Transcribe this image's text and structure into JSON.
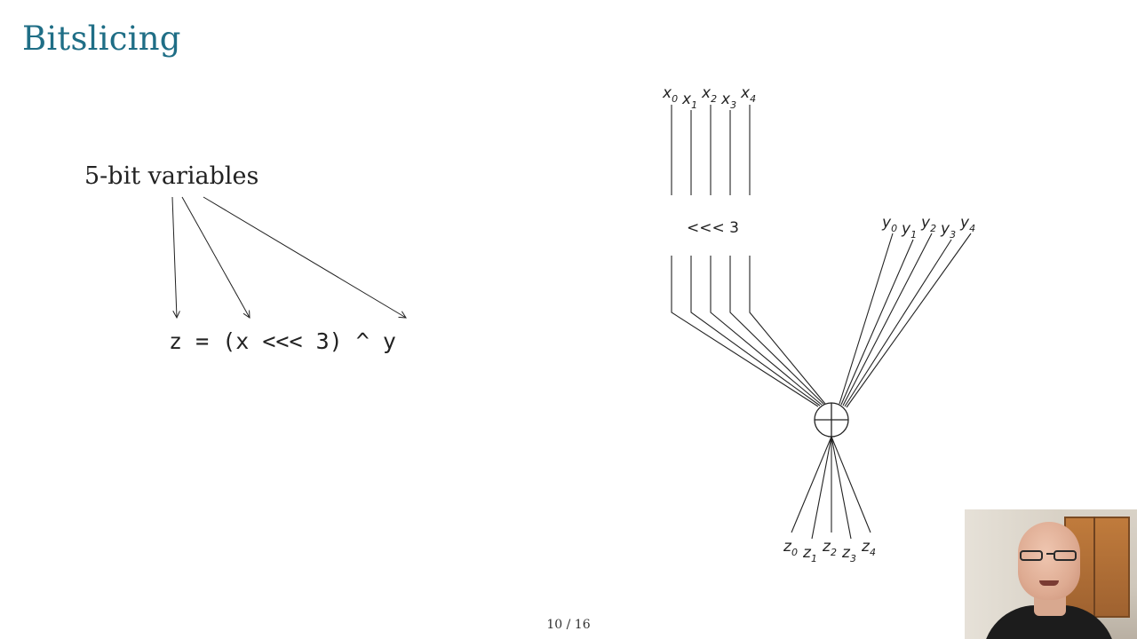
{
  "slide": {
    "title": "Bitslicing",
    "subtitle": "5-bit variables",
    "code": "z = (x <<< 3) ^ y",
    "page": "10 / 16"
  },
  "diagram": {
    "x_bits": [
      {
        "letter": "x",
        "index": "0"
      },
      {
        "letter": "x",
        "index": "1"
      },
      {
        "letter": "x",
        "index": "2"
      },
      {
        "letter": "x",
        "index": "3"
      },
      {
        "letter": "x",
        "index": "4"
      }
    ],
    "y_bits": [
      {
        "letter": "y",
        "index": "0"
      },
      {
        "letter": "y",
        "index": "1"
      },
      {
        "letter": "y",
        "index": "2"
      },
      {
        "letter": "y",
        "index": "3"
      },
      {
        "letter": "y",
        "index": "4"
      }
    ],
    "z_bits": [
      {
        "letter": "z",
        "index": "0"
      },
      {
        "letter": "z",
        "index": "1"
      },
      {
        "letter": "z",
        "index": "2"
      },
      {
        "letter": "z",
        "index": "3"
      },
      {
        "letter": "z",
        "index": "4"
      }
    ],
    "rotate_label": "<<< 3",
    "xor_symbol": "xor-circle-icon"
  },
  "colors": {
    "title": "#1f6e86",
    "ink": "#222222"
  },
  "webcam": {
    "icon": "presenter-webcam"
  }
}
